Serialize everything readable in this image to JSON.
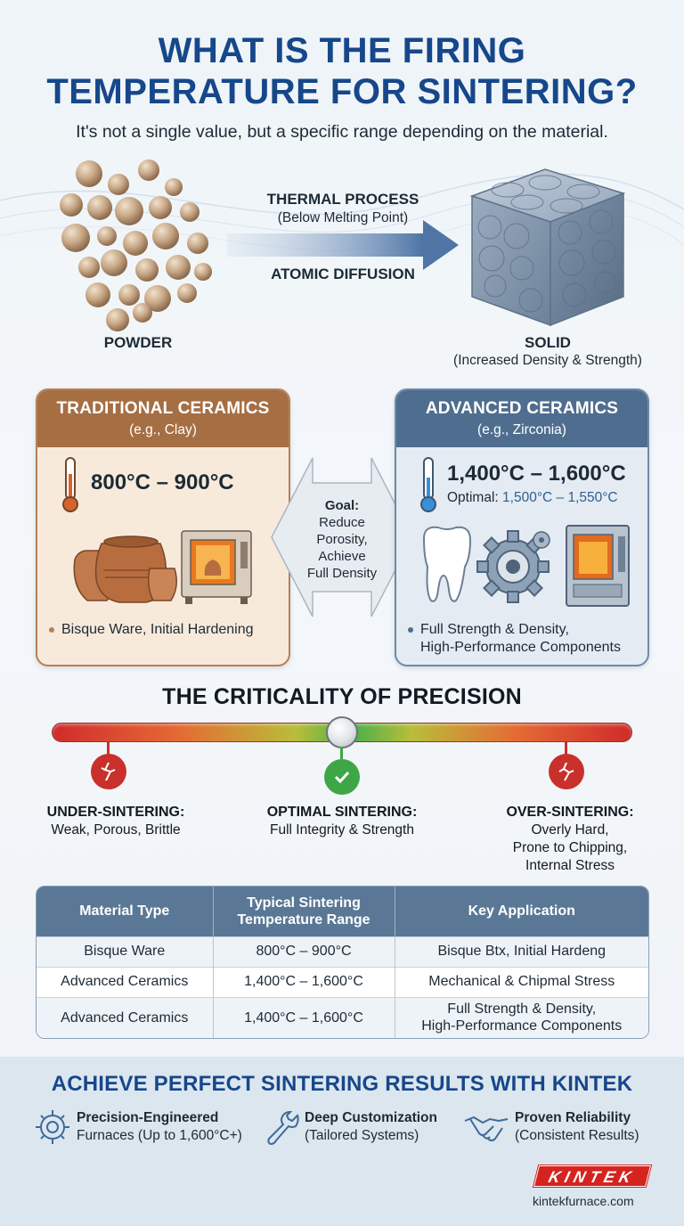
{
  "header": {
    "title_line1": "WHAT IS THE FIRING",
    "title_line2": "TEMPERATURE FOR SINTERING?",
    "subtitle": "It's not a single value, but a specific range depending on the material."
  },
  "process": {
    "label_top": "THERMAL PROCESS",
    "label_top_sub": "(Below Melting Point)",
    "label_bottom": "ATOMIC DIFFUSION",
    "powder_label": "POWDER",
    "solid_label": "SOLID",
    "solid_sub": "(Increased Density & Strength)"
  },
  "traditional": {
    "title": "TRADITIONAL CERAMICS",
    "subtitle": "(e.g., Clay)",
    "temp": "800°C – 900°C",
    "bullet": "Bisque Ware, Initial Hardening"
  },
  "goal": {
    "title": "Goal:",
    "line1": "Reduce",
    "line2": "Porosity,",
    "line3": "Achieve",
    "line4": "Full Density"
  },
  "advanced": {
    "title": "ADVANCED CERAMICS",
    "subtitle": "(e.g., Zirconia)",
    "temp": "1,400°C – 1,600°C",
    "optimal_label": "Optimal:",
    "optimal_value": "1,500°C – 1,550°C",
    "bullet_line1": "Full Strength & Density,",
    "bullet_line2": "High-Performance Components"
  },
  "precision": {
    "title": "THE CRITICALITY OF PRECISION",
    "under_label": "UNDER-SINTERING:",
    "under_desc": "Weak, Porous, Brittle",
    "optimal_label": "OPTIMAL SINTERING:",
    "optimal_desc": "Full Integrity & Strength",
    "over_label": "OVER-SINTERING:",
    "over_desc1": "Overly Hard,",
    "over_desc2": "Prone to Chipping,",
    "over_desc3": "Internal Stress"
  },
  "table": {
    "headers": [
      "Material Type",
      "Typical Sintering",
      "Temperature Range",
      "Key Application"
    ],
    "rows": [
      [
        "Bisque Ware",
        "800°C – 900°C",
        "Bisque Btx, Initial Hardeng"
      ],
      [
        "Advanced Ceramics",
        "1,400°C – 1,600°C",
        "Mechanical & Chipmal Stress"
      ],
      [
        "Advanced Ceramics",
        "1,400°C – 1,600°C",
        "Full Strength & Density,",
        "High-Performance Components"
      ]
    ]
  },
  "footer": {
    "title": "ACHIEVE PERFECT SINTERING RESULTS WITH KINTEK",
    "feature1_title": "Precision-Engineered",
    "feature1_sub": "Furnaces (Up to 1,600°C+)",
    "feature2_title": "Deep Customization",
    "feature2_sub": "(Tailored Systems)",
    "feature3_title": "Proven Reliability",
    "feature3_sub": "(Consistent Results)",
    "logo_text": "KINTEK",
    "website": "kintekfurnace.com"
  },
  "colors": {
    "title_blue": "#16478a",
    "traditional_brown": "#a66e43",
    "advanced_slate": "#4f6e8f",
    "under_red": "#c9302c",
    "optimal_green": "#3fa648",
    "over_red": "#c9302c",
    "brand_red": "#d5241f"
  }
}
